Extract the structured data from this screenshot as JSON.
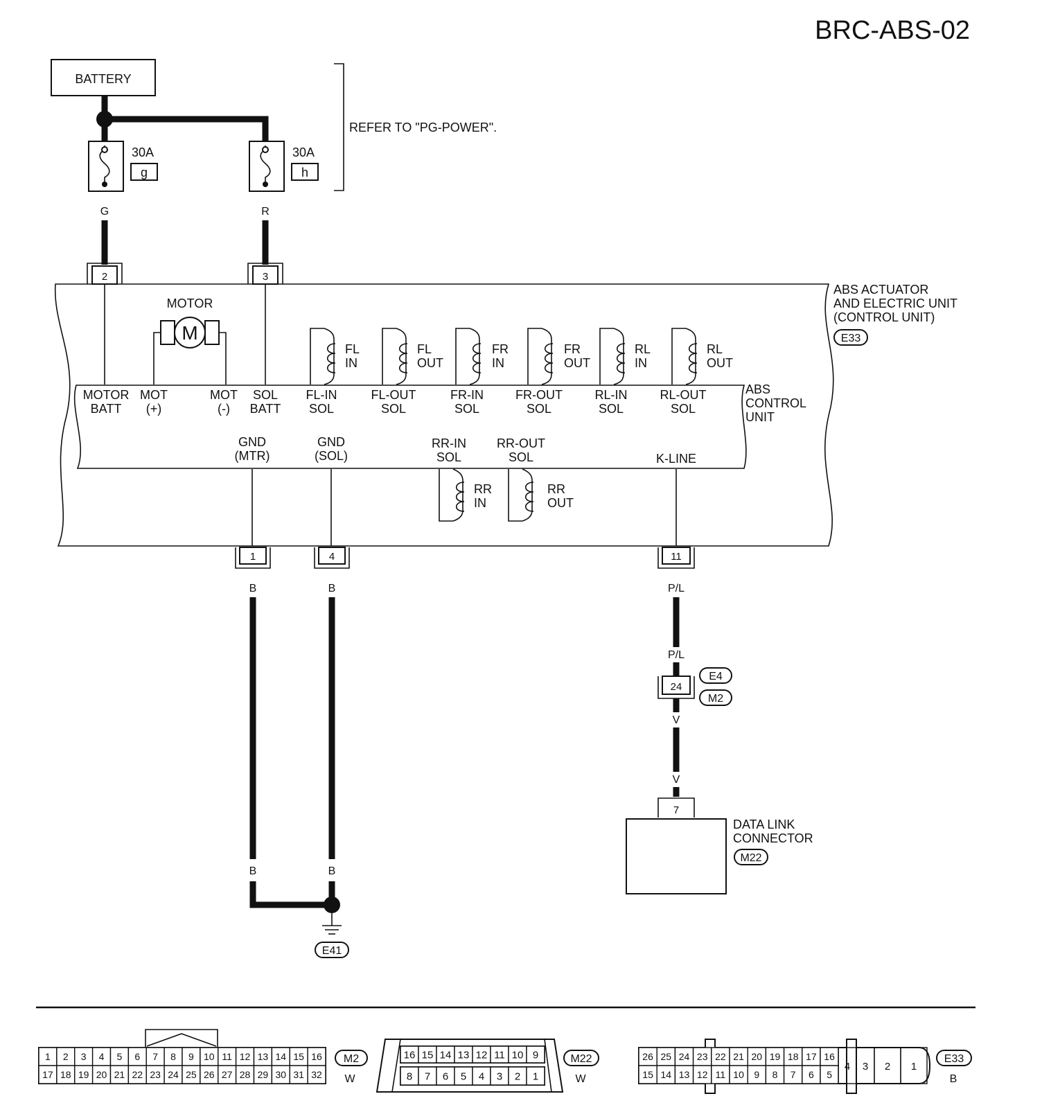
{
  "title": "BRC-ABS-02",
  "battery": "BATTERY",
  "refer": "REFER TO \"PG-POWER\".",
  "fuses": [
    {
      "amp": "30A",
      "id": "g",
      "wire": "G",
      "pin": "2"
    },
    {
      "amp": "30A",
      "id": "h",
      "wire": "R",
      "pin": "3"
    }
  ],
  "unit": {
    "name": [
      "ABS ACTUATOR",
      "AND ELECTRIC UNIT",
      "(CONTROL UNIT)"
    ],
    "connector": "E33",
    "control": [
      "ABS",
      "CONTROL",
      "UNIT"
    ],
    "motor": "MOTOR",
    "motor_symbol": "M"
  },
  "solenoids": [
    {
      "l1": "FL",
      "l2": "IN"
    },
    {
      "l1": "FL",
      "l2": "OUT"
    },
    {
      "l1": "FR",
      "l2": "IN"
    },
    {
      "l1": "FR",
      "l2": "OUT"
    },
    {
      "l1": "RL",
      "l2": "IN"
    },
    {
      "l1": "RL",
      "l2": "OUT"
    },
    {
      "l1": "RR",
      "l2": "IN"
    },
    {
      "l1": "RR",
      "l2": "OUT"
    }
  ],
  "terminals_top": [
    {
      "l1": "MOTOR",
      "l2": "BATT"
    },
    {
      "l1": "MOT",
      "l2": "(+)"
    },
    {
      "l1": "MOT",
      "l2": "(-)"
    },
    {
      "l1": "SOL",
      "l2": "BATT"
    },
    {
      "l1": "FL-IN",
      "l2": "SOL"
    },
    {
      "l1": "FL-OUT",
      "l2": "SOL"
    },
    {
      "l1": "FR-IN",
      "l2": "SOL"
    },
    {
      "l1": "FR-OUT",
      "l2": "SOL"
    },
    {
      "l1": "RL-IN",
      "l2": "SOL"
    },
    {
      "l1": "RL-OUT",
      "l2": "SOL"
    }
  ],
  "terminals_bottom": [
    {
      "l1": "GND",
      "l2": "(MTR)"
    },
    {
      "l1": "GND",
      "l2": "(SOL)"
    },
    {
      "l1": "RR-IN",
      "l2": "SOL"
    },
    {
      "l1": "RR-OUT",
      "l2": "SOL"
    },
    {
      "l1": "K-LINE",
      "l2": ""
    }
  ],
  "bottom_pins": [
    {
      "pin": "1",
      "wire": "B"
    },
    {
      "pin": "4",
      "wire": "B"
    },
    {
      "pin": "11",
      "wire": "P/L"
    }
  ],
  "ground_wires": [
    "B",
    "B"
  ],
  "ground": "E41",
  "kline": {
    "wire_in": "P/L",
    "pin": "24",
    "conn1": "E4",
    "conn2": "M2",
    "wire_out1": "V",
    "wire_out2": "V",
    "dlc_pin": "7"
  },
  "dlc": {
    "name": [
      "DATA LINK",
      "CONNECTOR"
    ],
    "connector": "M22"
  },
  "face_m2": {
    "id": "M2",
    "color": "W",
    "row1": [
      "1",
      "2",
      "3",
      "4",
      "5",
      "6",
      "7",
      "8",
      "9",
      "10",
      "11",
      "12",
      "13",
      "14",
      "15",
      "16"
    ],
    "row2": [
      "17",
      "18",
      "19",
      "20",
      "21",
      "22",
      "23",
      "24",
      "25",
      "26",
      "27",
      "28",
      "29",
      "30",
      "31",
      "32"
    ]
  },
  "face_m22": {
    "id": "M22",
    "color": "W",
    "row1": [
      "16",
      "15",
      "14",
      "13",
      "12",
      "11",
      "10",
      "9"
    ],
    "row2": [
      "8",
      "7",
      "6",
      "5",
      "4",
      "3",
      "2",
      "1"
    ]
  },
  "face_e33": {
    "id": "E33",
    "color": "B",
    "row1": [
      "26",
      "25",
      "24",
      "23",
      "22",
      "21",
      "20",
      "19",
      "18",
      "17",
      "16"
    ],
    "row2": [
      "15",
      "14",
      "13",
      "12",
      "11",
      "10",
      "9",
      "8",
      "7",
      "6",
      "5"
    ],
    "big": [
      "4",
      "3",
      "2",
      "1"
    ]
  }
}
